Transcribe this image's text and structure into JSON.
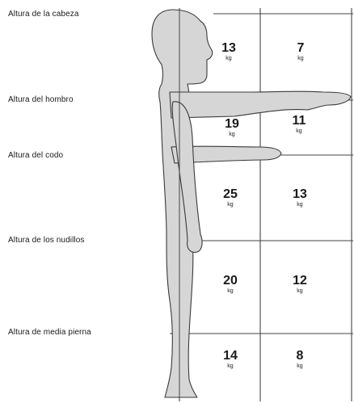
{
  "height_labels": [
    {
      "text": "Altura de la cabeza"
    },
    {
      "text": "Altura del hombro"
    },
    {
      "text": "Altura del codo"
    },
    {
      "text": "Altura de los nudillos"
    },
    {
      "text": "Altura de media pierna"
    }
  ],
  "unit": "kg",
  "weight_grid": [
    {
      "near": "13",
      "far": "7"
    },
    {
      "near": "19",
      "far": "11"
    },
    {
      "near": "25",
      "far": "13"
    },
    {
      "near": "20",
      "far": "12"
    },
    {
      "near": "14",
      "far": "8"
    }
  ],
  "colors": {
    "figure_fill": "#d6d6d6",
    "figure_stroke": "#3a3a3a",
    "grid_line": "#444444",
    "text": "#1a1a1a"
  }
}
